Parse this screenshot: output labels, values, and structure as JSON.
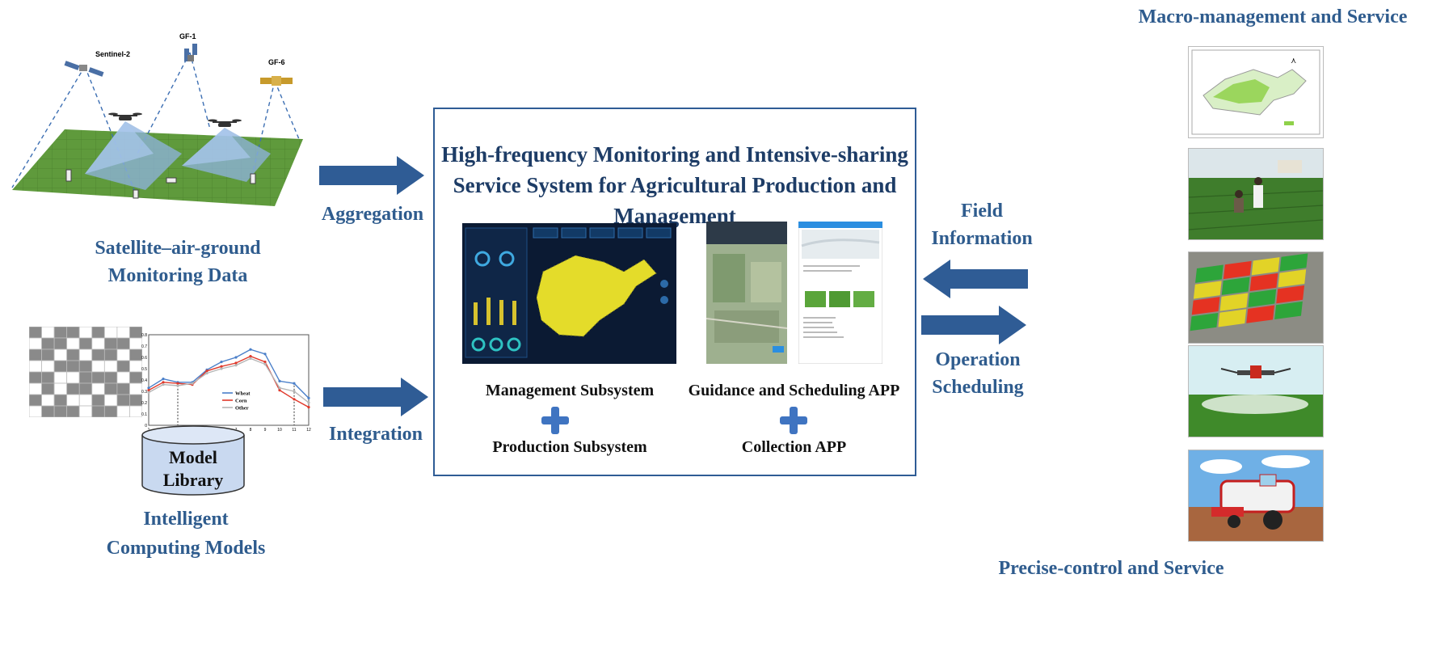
{
  "left_top": {
    "satellites": [
      "Sentinel-2",
      "GF-1",
      "GF-6"
    ],
    "caption_line1": "Satellite–air-ground",
    "caption_line2": "Monitoring Data"
  },
  "left_bottom": {
    "chart_legend": [
      "Wheat",
      "Corn",
      "Other"
    ],
    "model_line1": "Model",
    "model_line2": "Library",
    "caption_line1": "Intelligent",
    "caption_line2": "Computing Models"
  },
  "arrows": {
    "aggregation": "Aggregation",
    "integration": "Integration",
    "field_line1": "Field",
    "field_line2": "Information",
    "operation_line1": "Operation",
    "operation_line2": "Scheduling"
  },
  "center": {
    "title_line1": "High-frequency Monitoring and Intensive-sharing",
    "title_line2": "Service System for Agricultural Production and",
    "title_line3": "Management",
    "sub_management": "Management Subsystem",
    "sub_production": "Production Subsystem",
    "sub_guidance": "Guidance and Scheduling APP",
    "sub_collection": "Collection APP"
  },
  "right": {
    "top_caption": "Macro-management and Service",
    "bottom_caption": "Precise-control and Service"
  },
  "chart_data": {
    "type": "line",
    "x": [
      1,
      2,
      3,
      4,
      5,
      6,
      7,
      8,
      9,
      10,
      11,
      12
    ],
    "ylim": [
      0,
      0.8
    ],
    "yticks": [
      0,
      0.1,
      0.2,
      0.3,
      0.4,
      0.5,
      0.6,
      0.7,
      0.8
    ],
    "series": [
      {
        "name": "Wheat",
        "color": "#4a7fc9",
        "values": [
          0.33,
          0.41,
          0.38,
          0.38,
          0.49,
          0.56,
          0.6,
          0.67,
          0.63,
          0.39,
          0.37,
          0.24
        ]
      },
      {
        "name": "Corn",
        "color": "#e0392b",
        "values": [
          0.31,
          0.38,
          0.37,
          0.36,
          0.48,
          0.52,
          0.55,
          0.61,
          0.56,
          0.31,
          0.23,
          0.16
        ]
      },
      {
        "name": "Other",
        "color": "#b6b6b6",
        "values": [
          0.29,
          0.36,
          0.35,
          0.37,
          0.46,
          0.5,
          0.53,
          0.59,
          0.54,
          0.33,
          0.3,
          0.2
        ]
      }
    ]
  }
}
